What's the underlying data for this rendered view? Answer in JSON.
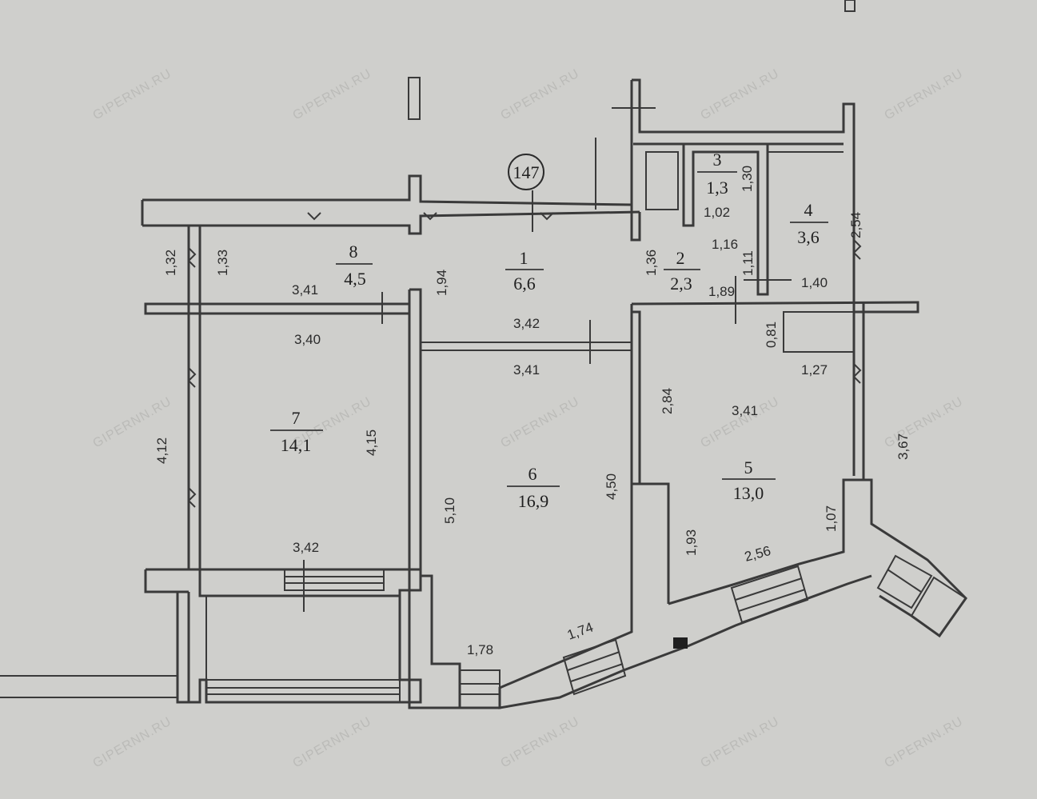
{
  "apartment": {
    "number": "147"
  },
  "rooms": [
    {
      "id": "1",
      "number": "1",
      "area": "6,6"
    },
    {
      "id": "2",
      "number": "2",
      "area": "2,3"
    },
    {
      "id": "3",
      "number": "3",
      "area": "1,3"
    },
    {
      "id": "4",
      "number": "4",
      "area": "3,6"
    },
    {
      "id": "5",
      "number": "5",
      "area": "13,0"
    },
    {
      "id": "6",
      "number": "6",
      "area": "16,9"
    },
    {
      "id": "7",
      "number": "7",
      "area": "14,1"
    },
    {
      "id": "8",
      "number": "8",
      "area": "4,5"
    }
  ],
  "dimensions": {
    "d_1_32": "1,32",
    "d_1_33": "1,33",
    "d_3_41a": "3,41",
    "d_1_94": "1,94",
    "d_3_40": "3,40",
    "d_3_42a": "3,42",
    "d_3_41b": "3,41",
    "d_4_12": "4,12",
    "d_4_15": "4,15",
    "d_5_10": "5,10",
    "d_4_50": "4,50",
    "d_3_42b": "3,42",
    "d_1_78": "1,78",
    "d_1_74": "1,74",
    "d_1_36": "1,36",
    "d_1_30": "1,30",
    "d_1_02": "1,02",
    "d_1_16": "1,16",
    "d_1_11": "1,11",
    "d_2_54": "2,54",
    "d_1_89": "1,89",
    "d_1_40": "1,40",
    "d_0_81": "0,81",
    "d_1_27": "1,27",
    "d_2_84": "2,84",
    "d_3_41c": "3,41",
    "d_3_67": "3,67",
    "d_1_93": "1,93",
    "d_2_56": "2,56",
    "d_1_07": "1,07"
  },
  "watermark": "GIPERNN.RU"
}
